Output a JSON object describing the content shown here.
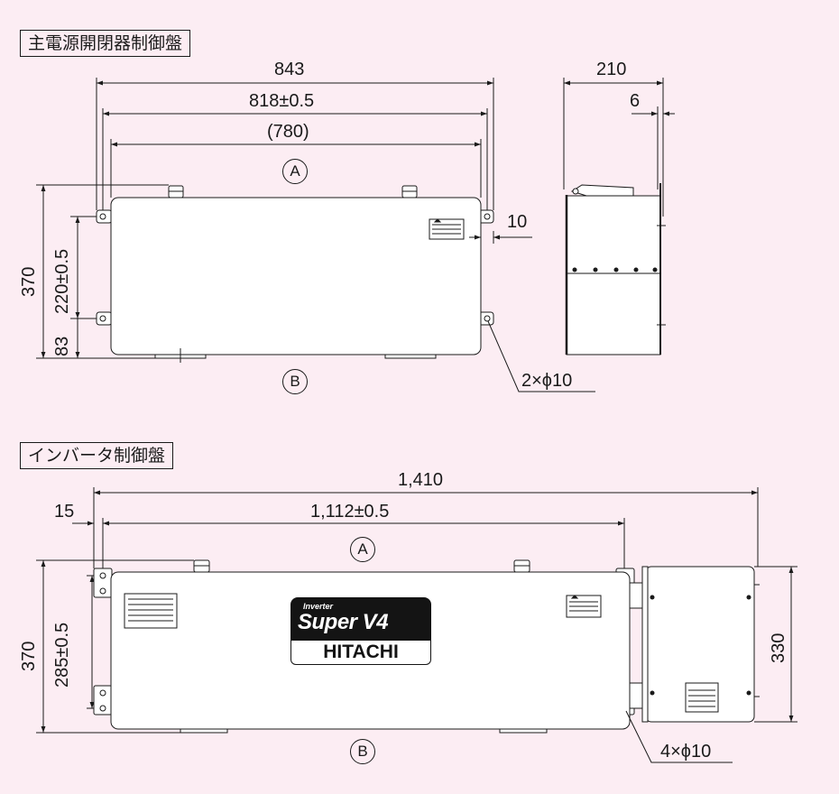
{
  "sections": {
    "main": {
      "title": "主電源開閉器制御盤"
    },
    "inverter": {
      "title": "インバータ制御盤"
    }
  },
  "main_panel_dims": {
    "overall_width": "843",
    "mount_pitch": "818±0.5",
    "body_width": "(780)",
    "depth": "210",
    "flange": "6",
    "edge_offset": "10",
    "height": "370",
    "mount_height": "220±0.5",
    "bottom_offset": "83",
    "holes": "2×ϕ10"
  },
  "inverter_panel_dims": {
    "overall_width": "1,410",
    "mount_pitch": "1,112±0.5",
    "edge_offset": "15",
    "height": "370",
    "mount_height": "285±0.5",
    "side_height": "330",
    "holes": "4×ϕ10"
  },
  "markers": {
    "a": "A",
    "b": "B"
  },
  "logo": {
    "line1": "Inverter",
    "line2": "Super V4",
    "brand": "HITACHI"
  },
  "colors": {
    "background": "#fcedf3",
    "line": "#1a1a1a",
    "panel": "#ffffff"
  },
  "icons": [
    "warning-label-icon",
    "hinge-icon",
    "mount-bracket-icon",
    "bolt-icon"
  ]
}
